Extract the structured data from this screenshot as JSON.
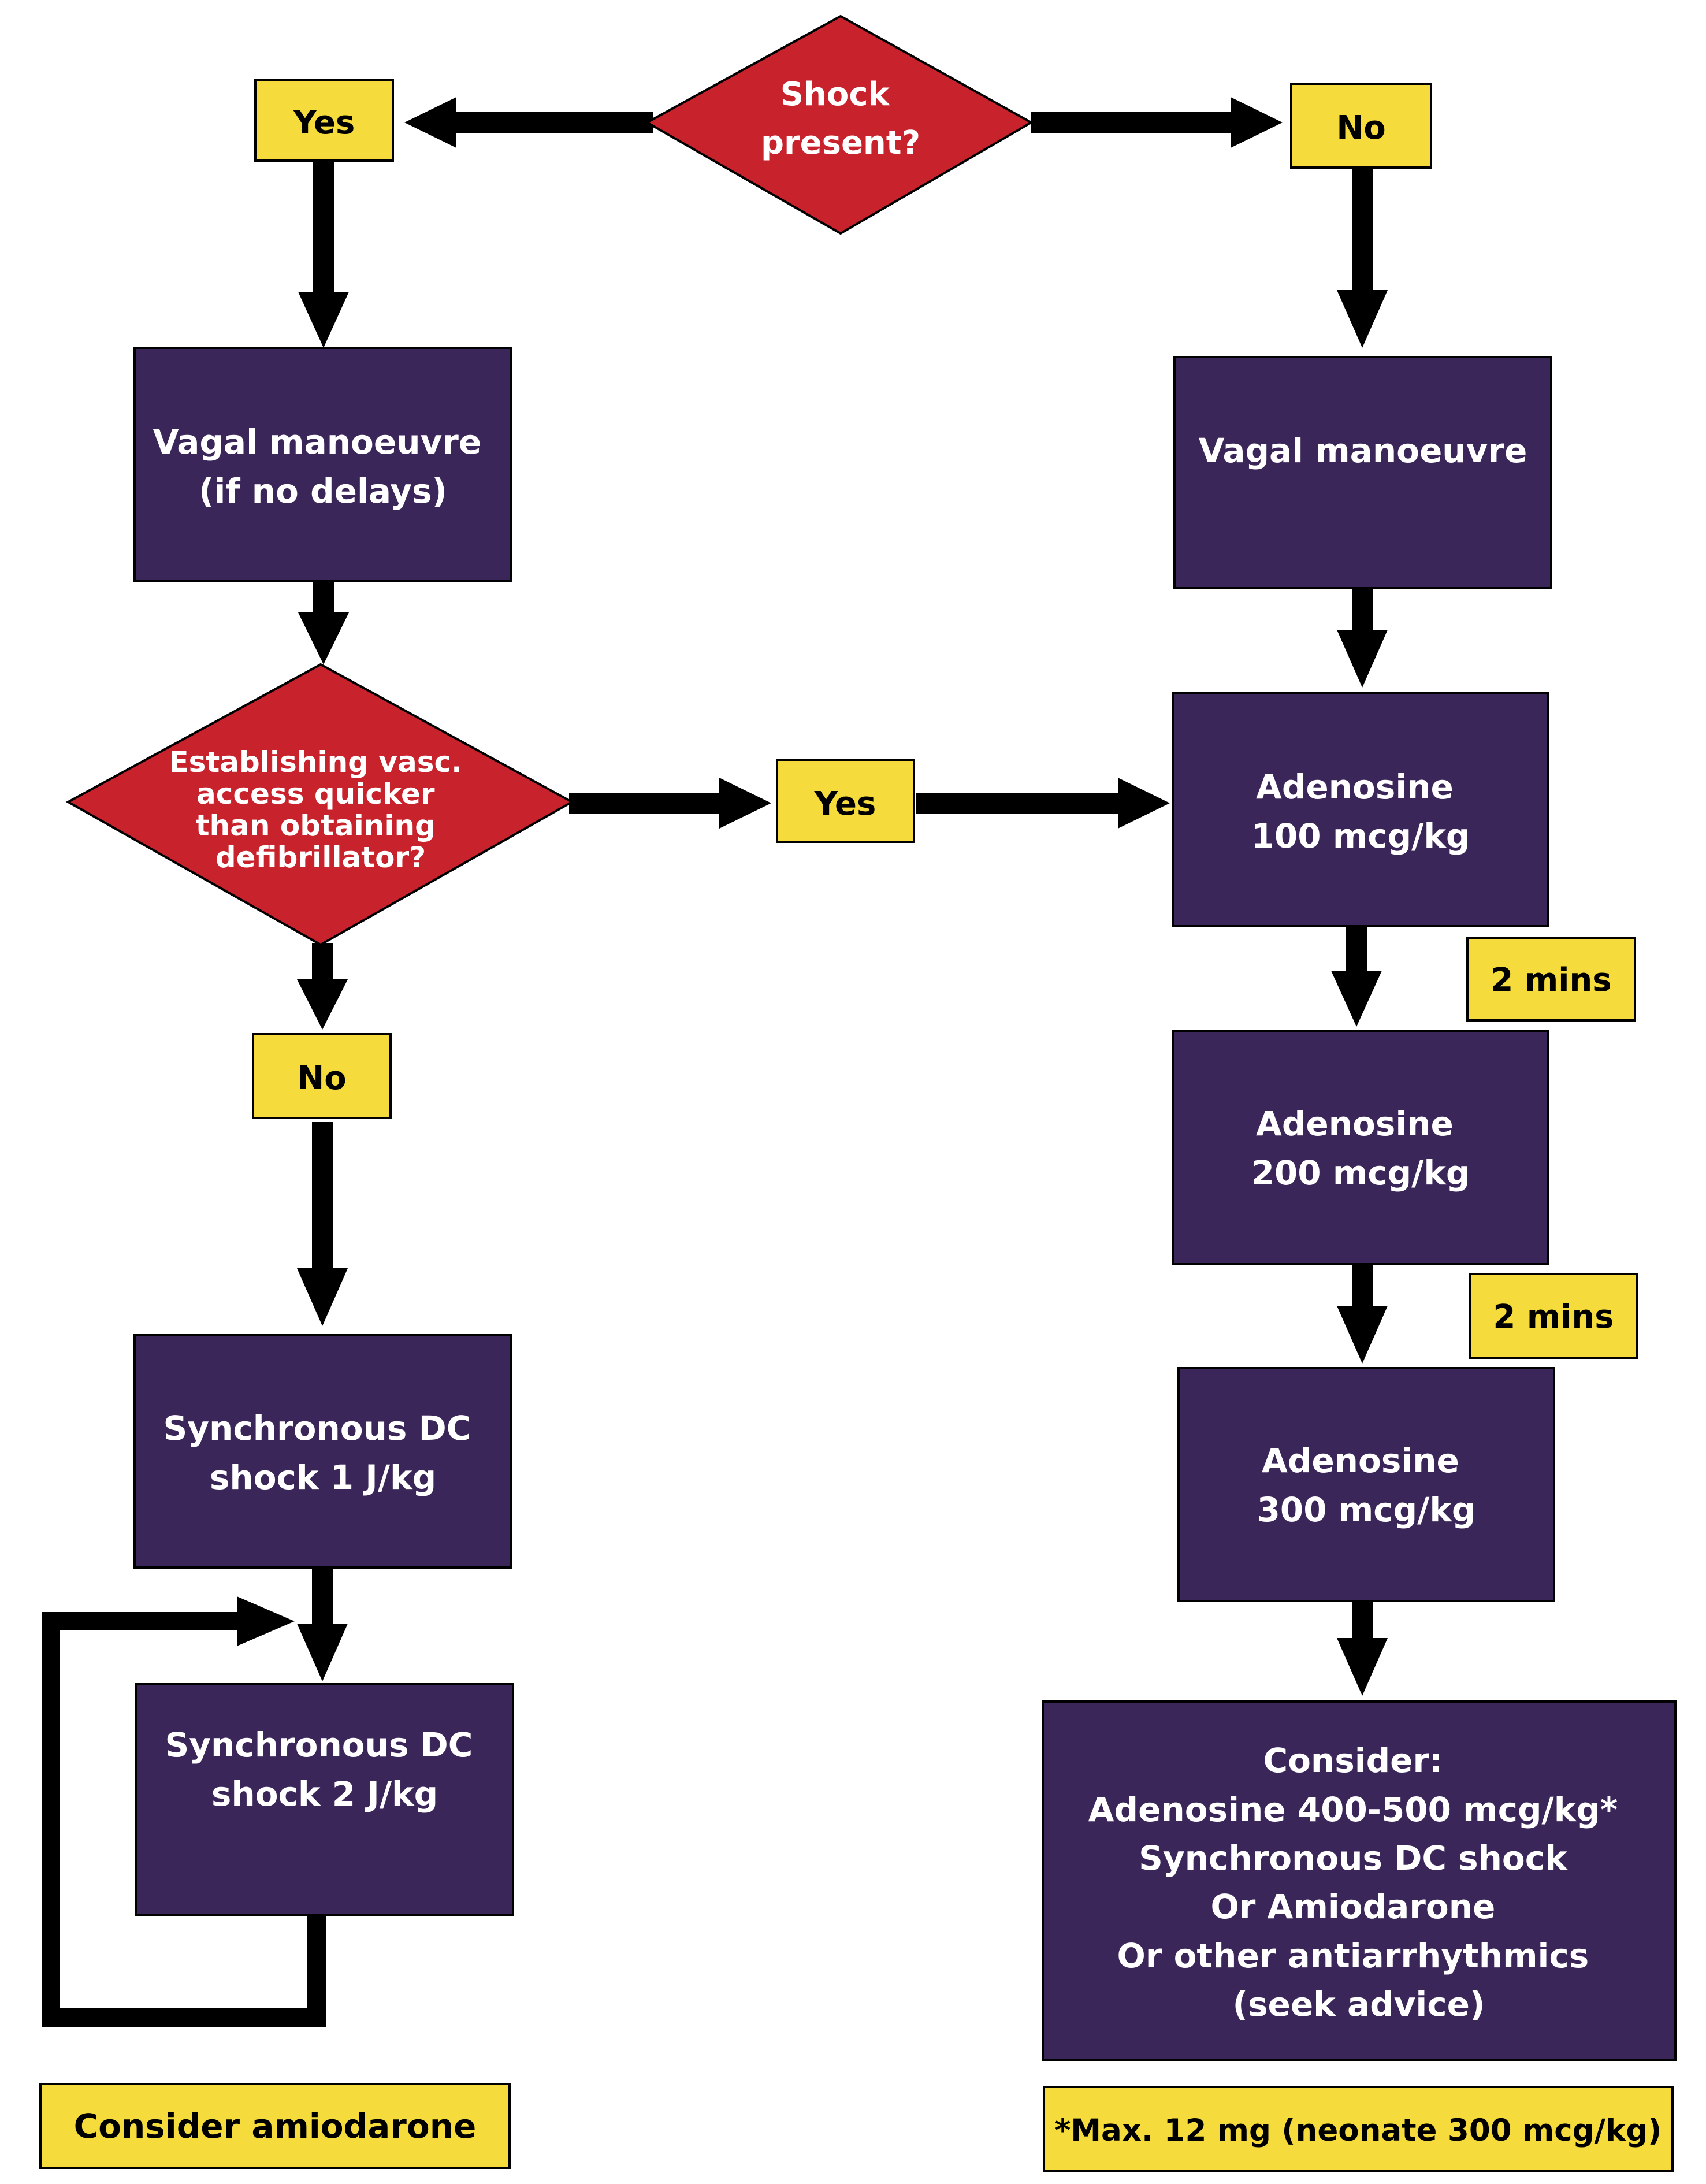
{
  "colors": {
    "process_fill": "#3b2659",
    "decision_fill": "#c8232c",
    "label_fill": "#f5dc3c",
    "arrow": "#000000",
    "text_on_dark": "#ffffff",
    "text_on_label": "#000000"
  },
  "decisions": {
    "shock_present": [
      "Shock",
      "present?"
    ],
    "vasc_access": [
      "Establishing vasc.",
      "access quicker",
      "than obtaining",
      "defibrillator?"
    ]
  },
  "labels": {
    "shock_yes": "Yes",
    "shock_no": "No",
    "vasc_yes": "Yes",
    "vasc_no": "No",
    "interval_1": "2 mins",
    "interval_2": "2 mins",
    "consider_amiodarone": "Consider amiodarone",
    "max_dose_note": "*Max. 12 mg (neonate 300 mcg/kg)"
  },
  "steps": {
    "vagal_left": [
      "Vagal manoeuvre",
      "(if no delays)"
    ],
    "vagal_right": [
      "Vagal manoeuvre"
    ],
    "sync_shock_1": [
      "Synchronous DC",
      "shock 1 J/kg"
    ],
    "sync_shock_2": [
      "Synchronous DC",
      "shock 2 J/kg"
    ],
    "adenosine_100": [
      "Adenosine",
      "100 mcg/kg"
    ],
    "adenosine_200": [
      "Adenosine",
      "200 mcg/kg"
    ],
    "adenosine_300": [
      "Adenosine",
      "300 mcg/kg"
    ],
    "consider_options": [
      "Consider:",
      "Adenosine 400-500 mcg/kg*",
      "Synchronous DC shock",
      "Or Amiodarone",
      "Or other antiarrhythmics",
      "(seek advice)"
    ]
  }
}
